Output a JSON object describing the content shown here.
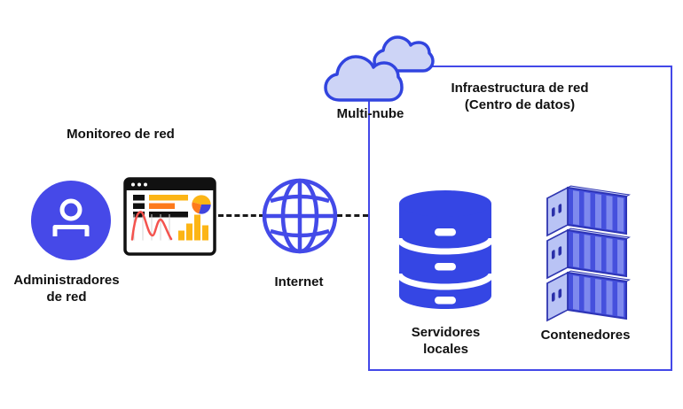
{
  "labels": {
    "monitoring": "Monitoreo de red",
    "admins": "Administradores\nde red",
    "internet": "Internet",
    "multicloud": "Multi-nube",
    "box_title": "Infraestructura de red\n(Centro de datos)",
    "servers": "Servidores\nlocales",
    "containers": "Contenedores"
  },
  "colors": {
    "zone_border_blue": "#4348e8",
    "person_circle_blue": "#4649e8",
    "globe_blue": "#434ae8",
    "database_blue": "#3546e4",
    "cloud_fill": "#cdd4f6",
    "cloud_stroke": "#3144df",
    "container_front": "#4550dd",
    "container_stripe": "#7e89ee",
    "container_side": "#b9c3f5",
    "container_outline": "#2e35b0",
    "dashboard_yellow": "#fcb515",
    "dashboard_orange": "#fd7a1c",
    "chart_line_red": "#f4534e",
    "pie_blue": "#4044dd",
    "text": "#111111",
    "dashed_connector": "#1a1a1a"
  },
  "icons": [
    "network-admin-icon",
    "monitoring-dashboard-icon",
    "internet-globe-icon",
    "multicloud-clouds-icon",
    "local-servers-database-icon",
    "containers-stack-icon"
  ]
}
